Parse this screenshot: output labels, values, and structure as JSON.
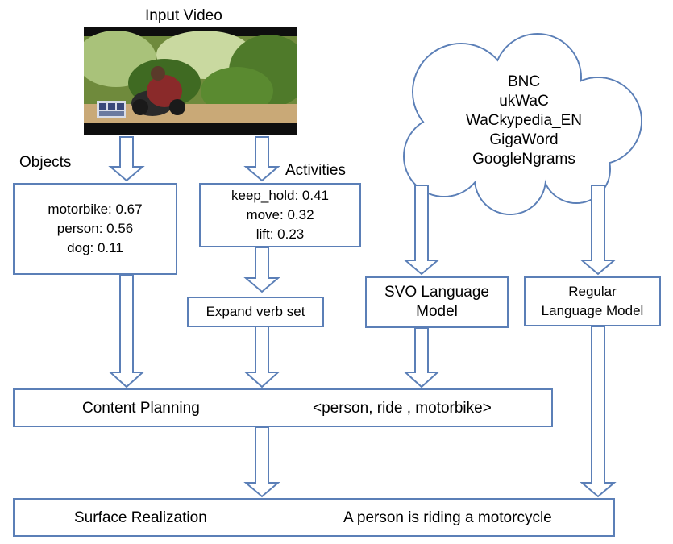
{
  "video": {
    "title": "Input Video"
  },
  "objects": {
    "heading": "Objects",
    "items": [
      "motorbike: 0.67",
      "person: 0.56",
      "dog: 0.11"
    ]
  },
  "activities": {
    "heading": "Activities",
    "items": [
      "keep_hold: 0.41",
      "move: 0.32",
      "lift: 0.23"
    ]
  },
  "expand": {
    "label": "Expand verb set"
  },
  "corpora": {
    "items": [
      "BNC",
      "ukWaC",
      "WaCkypedia_EN",
      "GigaWord",
      "GoogleNgrams"
    ]
  },
  "svo_model": {
    "lines": [
      "SVO Language",
      "Model"
    ]
  },
  "regular_model": {
    "lines": [
      "Regular",
      "Language Model"
    ]
  },
  "content_planning": {
    "label": "Content Planning",
    "output": "<person, ride , motorbike>"
  },
  "surface_realization": {
    "label": "Surface Realization",
    "output": "A person is riding a motorcycle"
  },
  "colors": {
    "accent": "#5b7fb7"
  }
}
